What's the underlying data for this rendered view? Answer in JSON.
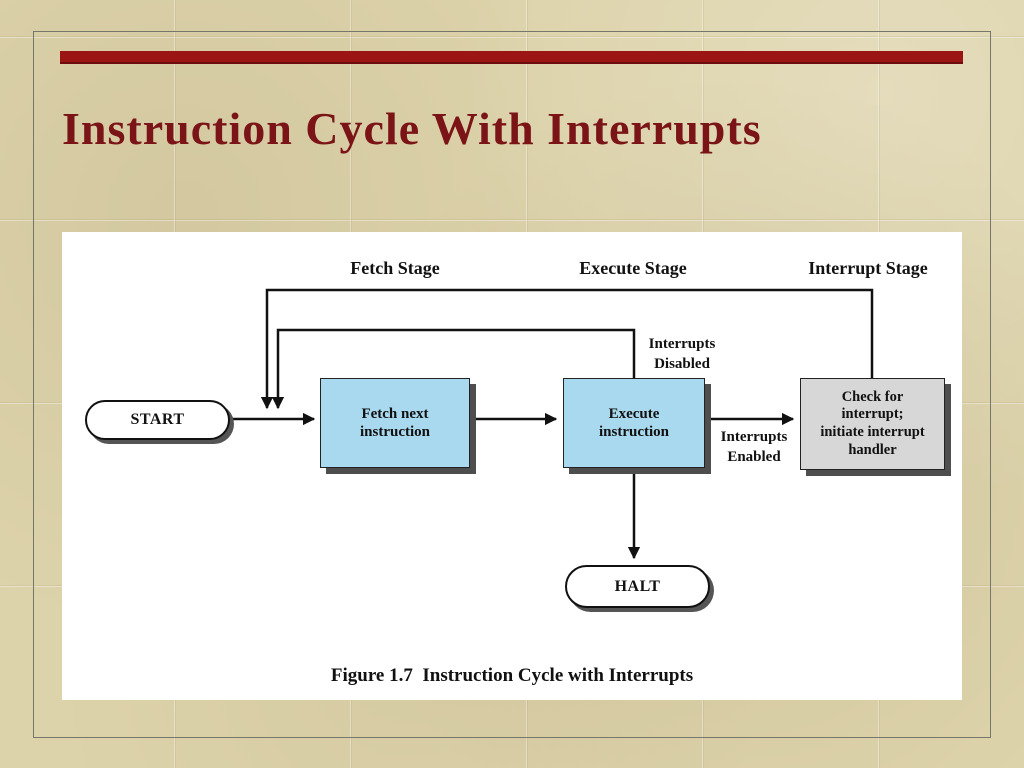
{
  "slide": {
    "title": "Instruction Cycle With Interrupts"
  },
  "diagram": {
    "stage_labels": [
      "Fetch Stage",
      "Execute Stage",
      "Interrupt Stage"
    ],
    "nodes": {
      "start": "START",
      "fetch": "Fetch next\ninstruction",
      "execute": "Execute\ninstruction",
      "check": "Check for\ninterrupt;\ninitiate interrupt\nhandler",
      "halt": "HALT"
    },
    "edge_labels": {
      "disabled": "Interrupts\nDisabled",
      "enabled": "Interrupts\nEnabled"
    },
    "caption": "Figure 1.7  Instruction Cycle with Interrupts"
  },
  "colors": {
    "background": "#ddd3ab",
    "accent_bar": "#9b1515",
    "title_text": "#7b1416",
    "process_box": "#a9d9ee",
    "interrupt_box": "#d7d7d7",
    "line": "#111111"
  }
}
